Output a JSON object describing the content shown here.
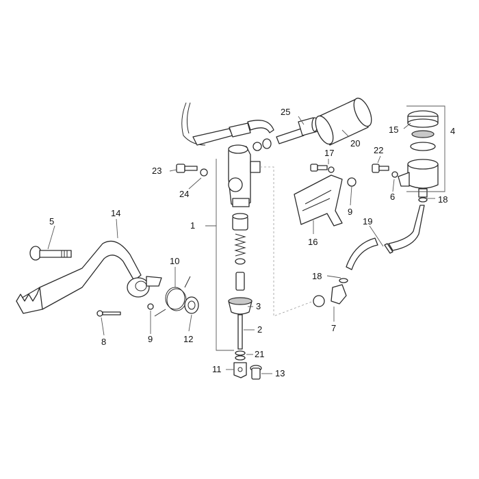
{
  "callouts": {
    "c1": "1",
    "c2": "2",
    "c3": "3",
    "c4": "4",
    "c5": "5",
    "c6": "6",
    "c7": "7",
    "c8": "8",
    "c9a": "9",
    "c9b": "9",
    "c10": "10",
    "c11": "11",
    "c12": "12",
    "c13": "13",
    "c14": "14",
    "c15": "15",
    "c16": "16",
    "c17": "17",
    "c18a": "18",
    "c18b": "18",
    "c19": "19",
    "c20": "20",
    "c21": "21",
    "c22": "22",
    "c23": "23",
    "c24": "24",
    "c25": "25"
  }
}
